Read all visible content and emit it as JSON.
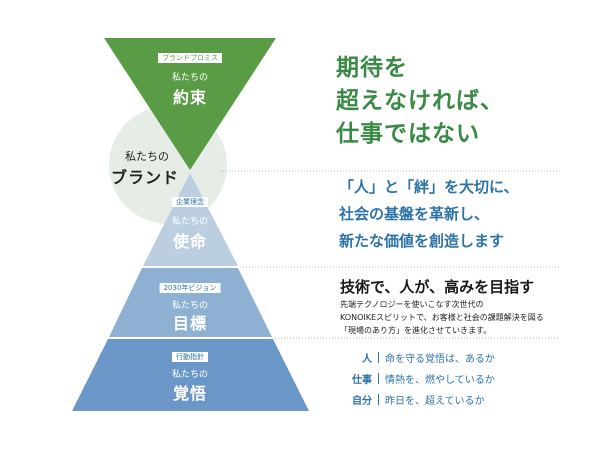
{
  "brand": {
    "line1": "私たちの",
    "line2": "ブランド"
  },
  "layers": {
    "promise": {
      "tag": "ブランドプロミス",
      "sub": "私たちの",
      "main": "約束"
    },
    "mission": {
      "tag": "企業理念",
      "sub": "私たちの",
      "main": "使命"
    },
    "vision": {
      "tag": "2030年ビジョン",
      "sub": "私たちの",
      "main": "目標"
    },
    "conduct": {
      "tag": "行動指針",
      "sub": "私たちの",
      "main": "覚悟"
    }
  },
  "promise_text": [
    "期待を",
    "超えなければ、",
    "仕事ではない"
  ],
  "mission_text": [
    "「人」と「絆」を大切に、",
    "社会の基盤を革新し、",
    "新たな価値を創造します"
  ],
  "vision_text": {
    "headline": "技術で、人が、高みを目指す",
    "body": [
      "先端テクノロジーを使いこなす次世代の",
      "KONOIKEスピリットで、お客様と社会の課題解決を図る",
      "「現場のあり方」を進化させていきます。"
    ]
  },
  "conduct_items": [
    {
      "key": "人",
      "value": "命を守る覚悟は、あるか"
    },
    {
      "key": "仕事",
      "value": "情熱を、燃やしているか"
    },
    {
      "key": "自分",
      "value": "昨日を、超えているか"
    }
  ],
  "colors": {
    "green": "#5a9c45",
    "mission_blue": "#bccfe0",
    "vision_blue": "#8eb0d2",
    "conduct_blue": "#6a97c7",
    "circle": "#e6ede6",
    "accent_blue": "#2d73a8",
    "accent_green": "#3a8a45"
  }
}
